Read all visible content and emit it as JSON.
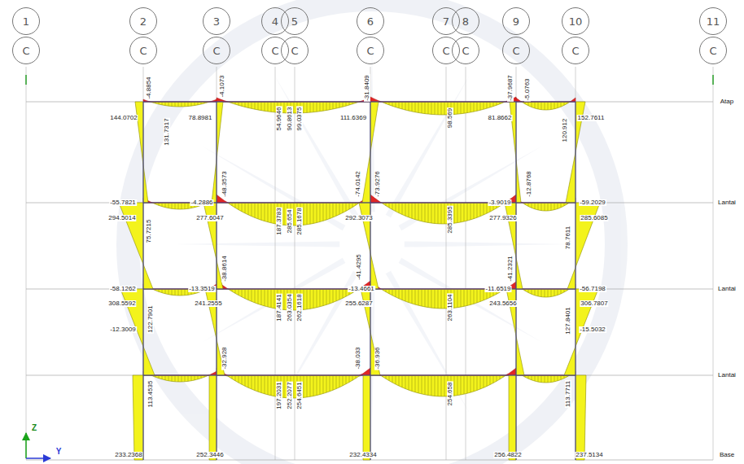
{
  "diagram": {
    "nodes": [
      {
        "text": [
          "1"
        ]
      },
      {
        "text": [
          "2"
        ]
      },
      {
        "text": [
          "3"
        ]
      },
      {
        "text": [
          "4"
        ]
      },
      {
        "text": [
          "5"
        ]
      },
      {
        "text": [
          "6"
        ]
      },
      {
        "text": [
          "7"
        ]
      },
      {
        "text": [
          "8"
        ]
      },
      {
        "text": [
          "9"
        ]
      },
      {
        "text": [
          "10"
        ]
      },
      {
        "text": [
          "11"
        ]
      },
      {
        "text": [
          "C"
        ]
      },
      {
        "text": [
          "C"
        ]
      },
      {
        "text": [
          "C"
        ]
      },
      {
        "text": [
          "C"
        ]
      },
      {
        "text": [
          "C"
        ]
      },
      {
        "text": [
          "C"
        ]
      },
      {
        "text": [
          "C"
        ]
      },
      {
        "text": [
          "C"
        ]
      },
      {
        "text": [
          "C"
        ]
      },
      {
        "text": [
          "C"
        ]
      },
      {
        "text": [
          "C"
        ]
      }
    ],
    "labels": [
      "Atap",
      "Lantai",
      "Lantai",
      "Lantai",
      "Base",
      "Z",
      "Y",
      "-4.8854",
      "144.0702",
      "131.7317",
      "-4.1073",
      "78.8981",
      "54.9646",
      "90.8613",
      "99.0375",
      "-31.8409",
      "111.6369",
      "98.569",
      "-37.9687",
      "-5.0763",
      "81.8662",
      "152.7611",
      "120.912",
      "-55.7821",
      "-48.3573",
      "-4.2886",
      "-74.0142",
      "-73.9276",
      "-3.9019",
      "-12.8768",
      "-59.2029",
      "294.5014",
      "75.7215",
      "277.6047",
      "187.3783",
      "285.654",
      "285.1678",
      "292.3073",
      "285.3395",
      "277.9326",
      "285.6085",
      "78.7611",
      "-58.1262",
      "-38.8614",
      "-13.3519",
      "-41.4295",
      "-13.4661",
      "-41.2321",
      "-11.6519",
      "-56.7198",
      "308.5592",
      "122.7901",
      "241.2555",
      "187.4141",
      "263.0354",
      "262.1618",
      "255.6287",
      "263.1104",
      "243.5656",
      "306.7807",
      "127.8401",
      "-12.3009",
      "-15.5032",
      "-32.928",
      "-38.033",
      "-36.936",
      "113.4535",
      "197.2031",
      "252.2077",
      "254.6451",
      "254.658",
      "113.7711",
      "233.2368",
      "252.3446",
      "232.4334",
      "256.4822",
      "237.5134"
    ]
  }
}
